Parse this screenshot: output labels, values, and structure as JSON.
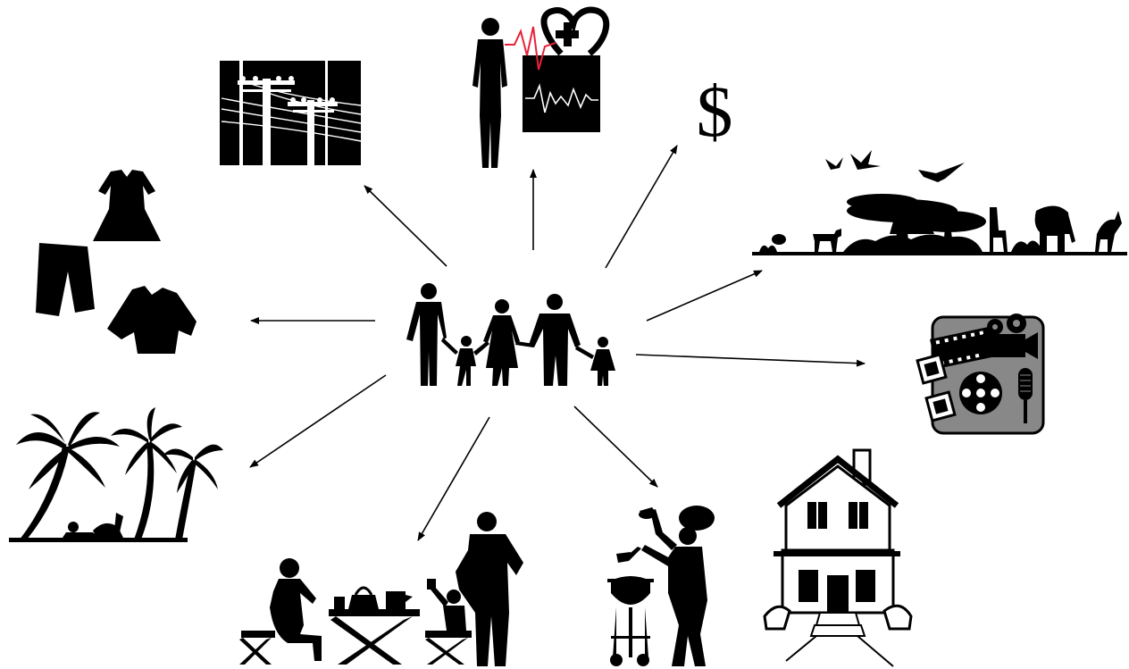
{
  "diagram": {
    "center": {
      "icon": "family-silhouette-icon"
    },
    "spokes": [
      {
        "id": "utilities",
        "icon": "power-lines-icon"
      },
      {
        "id": "health",
        "icon": "health-heart-monitor-icon"
      },
      {
        "id": "money",
        "icon": "dollar-sign-icon",
        "text": "$"
      },
      {
        "id": "nature",
        "icon": "savanna-wildlife-icon"
      },
      {
        "id": "media",
        "icon": "film-camera-media-icon"
      },
      {
        "id": "housing",
        "icon": "house-icon"
      },
      {
        "id": "cooking",
        "icon": "barbecue-chef-icon"
      },
      {
        "id": "family-meal",
        "icon": "picnic-table-family-icon"
      },
      {
        "id": "vacation",
        "icon": "palm-trees-beach-icon"
      },
      {
        "id": "clothing",
        "icon": "clothing-icon"
      }
    ]
  }
}
